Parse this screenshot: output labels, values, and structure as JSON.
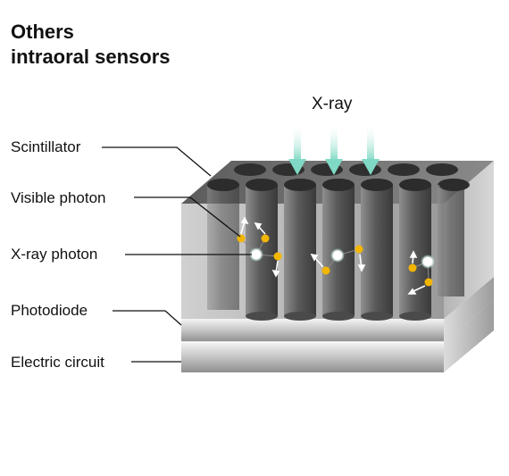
{
  "title": {
    "line1": "Others",
    "line2": "intraoral sensors"
  },
  "xray_label": "X-ray",
  "labels": {
    "scintillator": "Scintillator",
    "visible_photon": "Visible photon",
    "xray_photon": "X-ray photon",
    "photodiode": "Photodiode",
    "electric_circuit": "Electric circuit"
  },
  "colors": {
    "xray_arrow": "#9fe6d6",
    "visible_photon_dot": "#f2b600",
    "xray_photon_dot": "#ffffff",
    "pillar_dark": "#3b3b3b",
    "pillar_light": "#a8a8a8"
  }
}
